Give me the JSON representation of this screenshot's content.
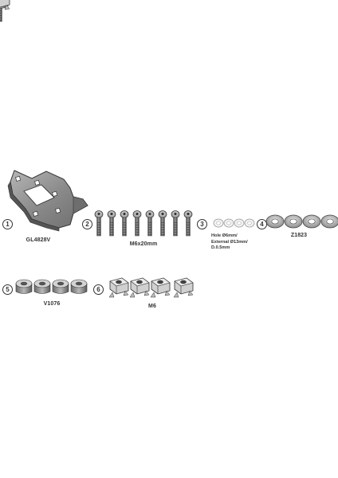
{
  "items": [
    {
      "number": "1",
      "label": "GL4828V",
      "part": "mounting-plate"
    },
    {
      "number": "2",
      "label": "M6x20mm",
      "part": "bolts",
      "count": 8
    },
    {
      "number": "3",
      "label_lines": [
        "Hole Ø6mm/",
        "External Ø13mm/",
        "D.0.5mm"
      ],
      "part": "thin-washers",
      "count": 4
    },
    {
      "number": "4",
      "label": "Z1823",
      "part": "washers",
      "count": 4
    },
    {
      "number": "5",
      "label": "V1076",
      "part": "spacers",
      "count": 4
    },
    {
      "number": "6",
      "label": "M6",
      "part": "cage-nuts",
      "count": 4
    }
  ],
  "colors": {
    "metal_dark": "#5a5a5a",
    "metal_mid": "#8e8e8e",
    "metal_light": "#c9c9c9",
    "outline": "#333333"
  }
}
